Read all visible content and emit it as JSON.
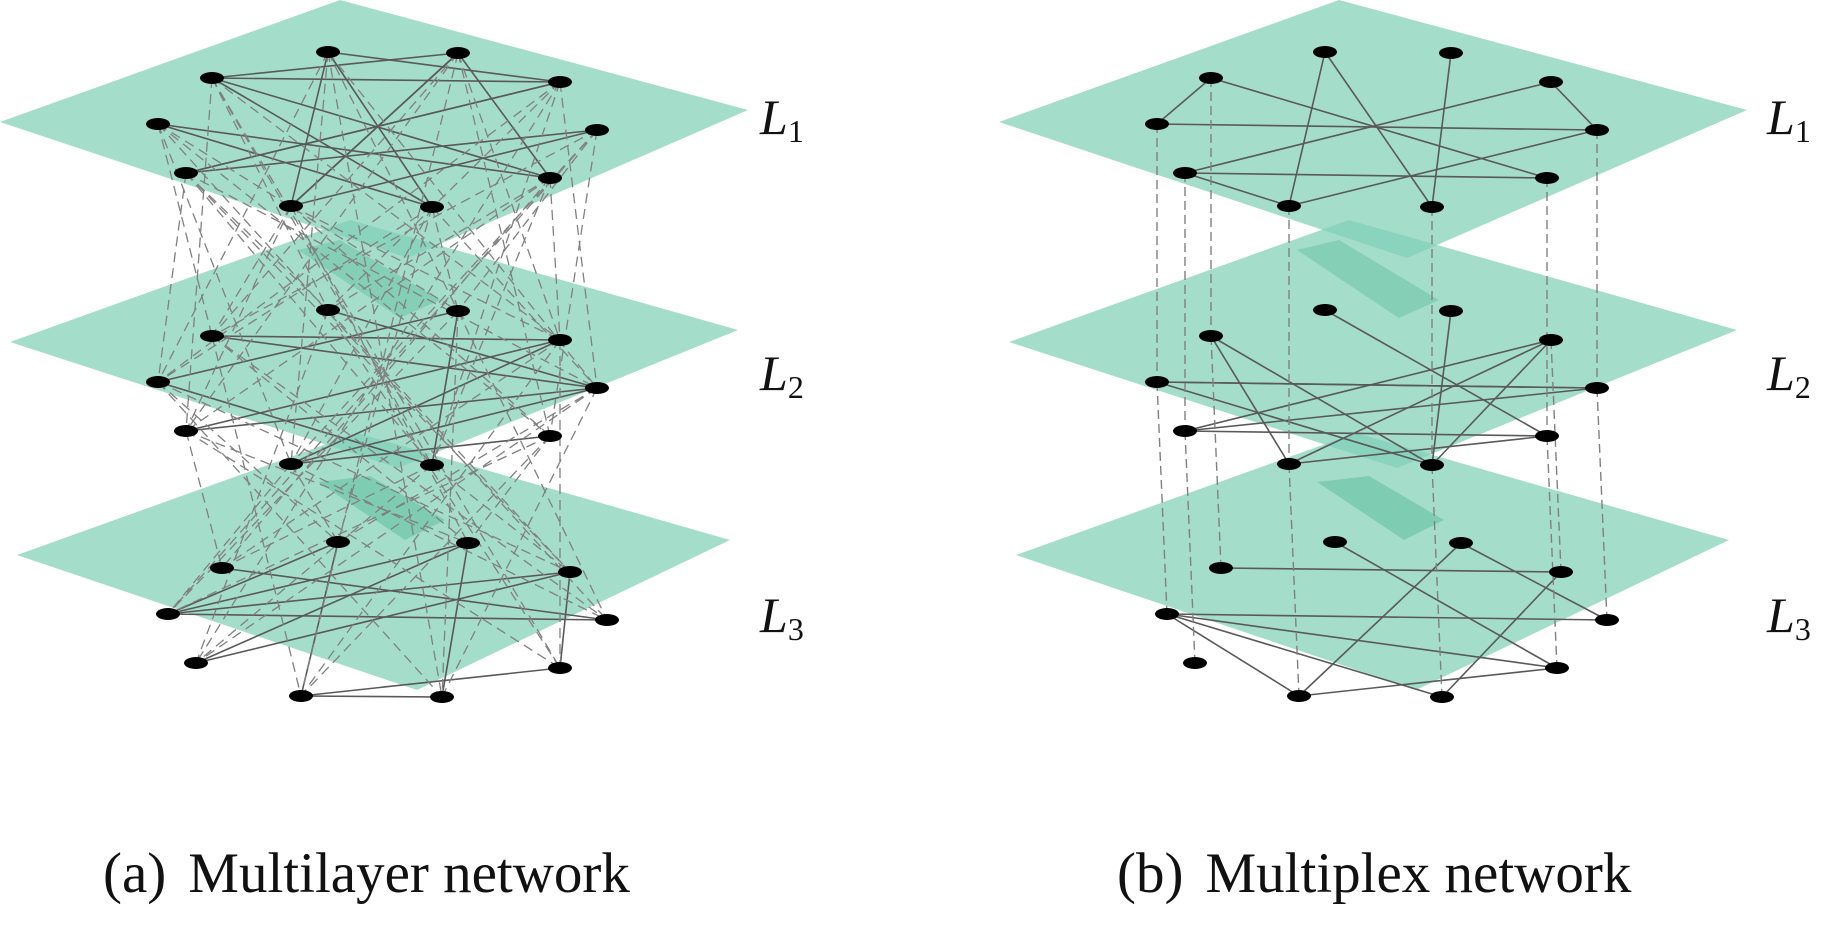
{
  "colors": {
    "plane": "#7fcfb5",
    "plane_overlap": "#5fbf9f",
    "edge": "#595959",
    "inter_edge": "#808080",
    "node": "#000000",
    "text": "#111111"
  },
  "layer_labels": [
    {
      "italic": "L",
      "sub": "1"
    },
    {
      "italic": "L",
      "sub": "2"
    },
    {
      "italic": "L",
      "sub": "3"
    }
  ],
  "panels": [
    {
      "id": "a",
      "letter": "(a)",
      "title": "Multilayer network"
    },
    {
      "id": "b",
      "letter": "(b)",
      "title": "Multiplex network"
    }
  ]
}
